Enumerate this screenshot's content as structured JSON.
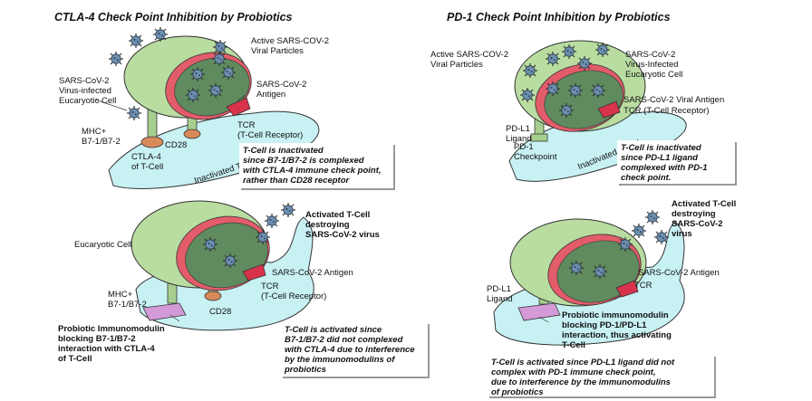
{
  "colors": {
    "cell_green": "#b9dca0",
    "cell_edge": "#333333",
    "nucleus_red": "#e25c6a",
    "nucleus_inner": "#5f8b5f",
    "tcell_cyan": "#c8f1f4",
    "virus_blue": "#6d8fb0",
    "receptor_orange": "#d98a5a",
    "antigen_red": "#d8334a",
    "stem_green": "#a6cf8f",
    "probiotic_purple": "#d49ad8"
  },
  "panels": {
    "ctla4": {
      "title": "CTLA-4 Check Point Inhibition by Probiotics",
      "top": {
        "label_active_virus": "Active SARS-COV-2\nViral Particles",
        "label_infected_cell": "SARS-CoV-2\nVirus-infected\nEucaryotic Cell",
        "label_antigen": "SARS-CoV-2\nAntigen",
        "label_mhc": "MHC+\nB7-1/B7-2",
        "label_cd28": "CD28",
        "label_tcr": "TCR\n(T-Cell Receptor)",
        "label_ctla4": "CTLA-4\nof T-Cell",
        "label_tcell": "Inactivated T-Cell",
        "note": "T-Cell is inactivated\nsince B7-1/B7-2 is complexed\nwith CTLA-4 immune check point,\nrather than CD28 receptor"
      },
      "bottom": {
        "label_activated": "Activated T-Cell\ndestroying\nSARS-CoV-2 virus",
        "label_cell": "Eucaryotic Cell",
        "label_antigen": "SARS-CoV-2 Antigen",
        "label_tcr": "TCR\n(T-Cell Receptor)",
        "label_mhc": "MHC+\nB7-1/B7-2",
        "label_cd28": "CD28",
        "label_probiotic": "Probiotic Immunomodulin\nblocking B7-1/B7-2\ninteraction with CTLA-4\nof T-Cell",
        "note": "T-Cell is activated since\nB7-1/B7-2 did not complexed\nwith CTLA-4 due to interference\nby the immunomodulins of\nprobiotics"
      }
    },
    "pd1": {
      "title": "PD-1 Check Point Inhibition by Probiotics",
      "top": {
        "label_active_virus": "Active SARS-COV-2\nViral Particles",
        "label_infected_cell": "SARS-CoV-2\nVirus-Infected\nEucaryotic Cell",
        "label_antigen": "SARS-CoV-2 Viral Antigen",
        "label_tcr": "TCR (T-Cell Receptor)",
        "label_pdl1": "PD-L1\nLigand",
        "label_pd1": "PD-1\nCheckpoint",
        "label_tcell": "Inactivated T-Cell",
        "note": "T-Cell is inactivated\nsince PD-L1 ligand\ncomplexed with PD-1\ncheck point."
      },
      "bottom": {
        "label_activated": "Activated T-Cell\ndestroying\nSARS-CoV-2\nvirus",
        "label_antigen": "SARS-CoV-2 Antigen",
        "label_tcr": "TCR",
        "label_pdl1": "PD-L1\nLigand",
        "label_probiotic": "Probiotic immunomodulin\nblocking PD-1/PD-L1\ninteraction, thus activating\nT-Cell",
        "note": "T-Cell is activated since PD-L1 ligand did not\ncomplex with PD-1 immune check point,\ndue to interference by the immunomodulins\nof probiotics"
      }
    }
  }
}
